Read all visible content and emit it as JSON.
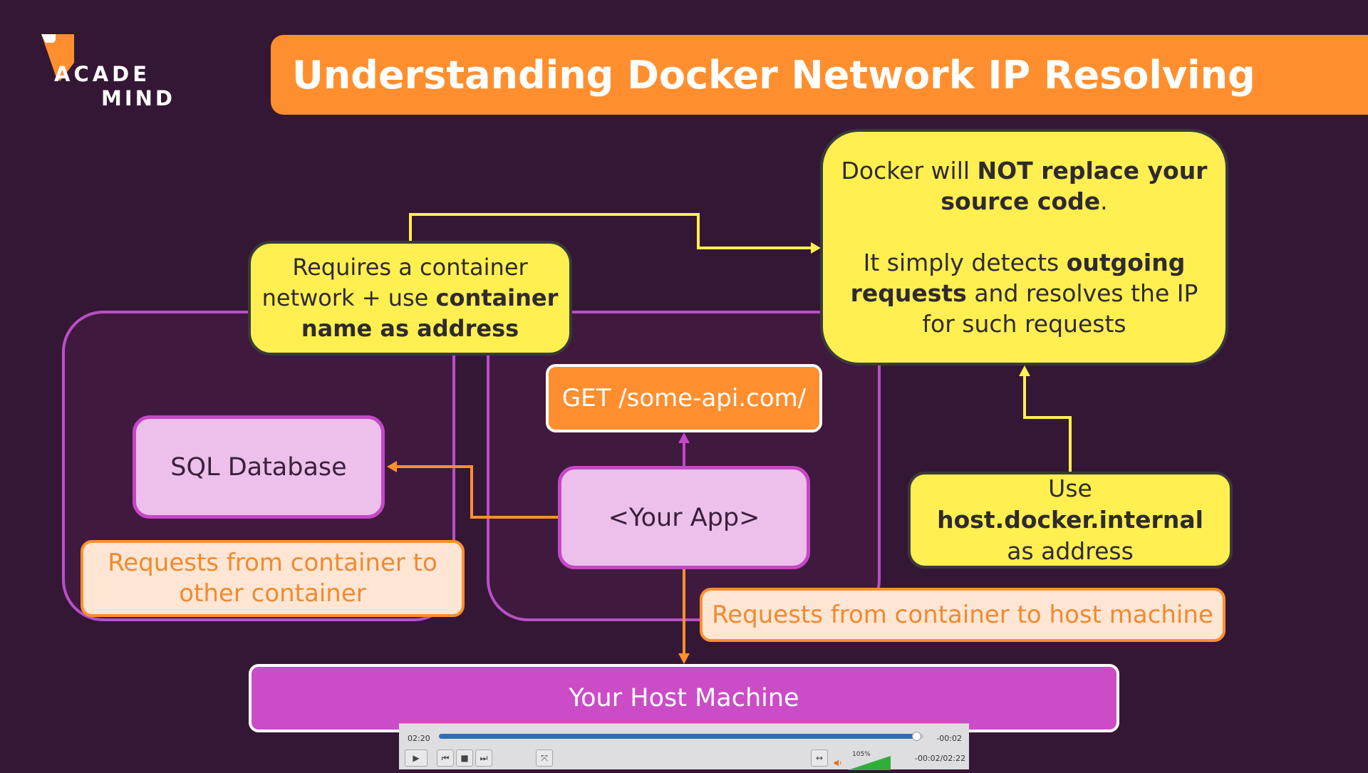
{
  "logo": {
    "line1": "ACADE",
    "line2": "MIND"
  },
  "title": "Understanding Docker Network IP Resolving",
  "notes": {
    "network": [
      {
        "text": "Requires a container",
        "bold": false
      },
      {
        "text": "network + use ",
        "bold": false
      },
      {
        "text": "container",
        "bold": true
      },
      {
        "text": "name as address",
        "bold": true
      }
    ],
    "docker_p1": [
      {
        "text": "Docker will ",
        "bold": false
      },
      {
        "text": "NOT replace your source code",
        "bold": true
      },
      {
        "text": ".",
        "bold": false
      }
    ],
    "docker_p2": [
      {
        "text": "It simply detects ",
        "bold": false
      },
      {
        "text": "outgoing requests",
        "bold": true
      },
      {
        "text": " and resolves the IP for such requests",
        "bold": false
      }
    ],
    "host": [
      {
        "text": "Use ",
        "bold": false
      },
      {
        "text": "host.docker.internal",
        "bold": true
      },
      {
        "text": " as address",
        "bold": false
      }
    ]
  },
  "boxes": {
    "sql": "SQL Database",
    "app": "<Your App>",
    "get": "GET /some-api.com/",
    "host": "Your Host Machine"
  },
  "labels": {
    "container_to_container": "Requests from container to other container",
    "container_to_host": "Requests from container to host machine"
  },
  "player": {
    "elapsed": "02:20",
    "remaining": "-00:02",
    "progress": 0.985,
    "volume_label": "105%",
    "volume_level": 1.0,
    "duration": "-00:02/02:22",
    "buttons": {
      "play": "▶",
      "prev": "⏮",
      "stop": "■",
      "next": "⏭",
      "fullscreen": "⤧",
      "aspect": "↔"
    }
  },
  "colors": {
    "background": "#341735",
    "orange": "#ff8f2e",
    "yellow": "#ffef50",
    "pink_fill": "#ecc0ea",
    "pink_border": "#c547c6",
    "host_bar": "#cc4cc8",
    "container_border": "#b94fc8",
    "progress_blue": "#2e6fb3"
  }
}
